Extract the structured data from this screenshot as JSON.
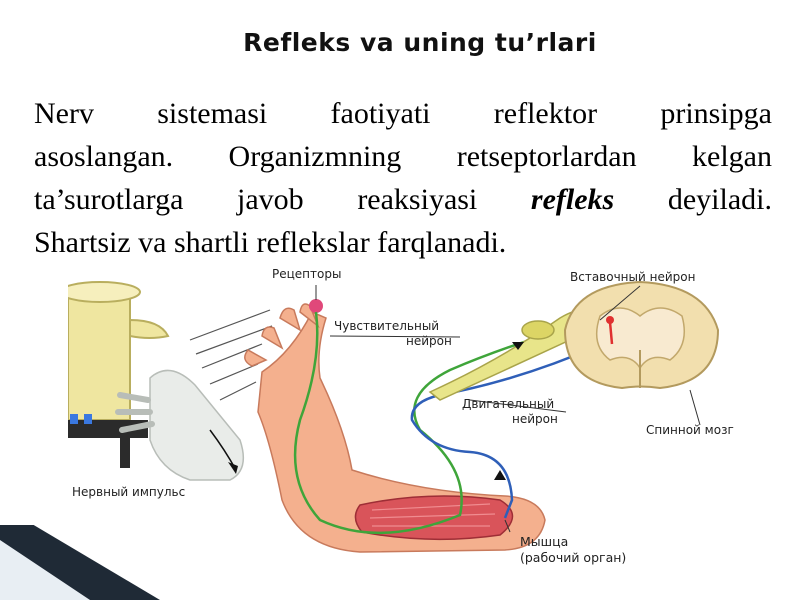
{
  "slide": {
    "title": "Refleks va uning tu’rlari",
    "body": {
      "line1": "Nerv sistemasi faotiyati reflektor prinsipga",
      "line2": "asoslangan. Organizmning retseptorlardan kelgan",
      "line3_pre": "ta’surotlarga javob reaksiyasi ",
      "line3_em": "refleks",
      "line3_post": " deyiladi.",
      "line4": "Shartsiz va shartli reflekslar farqlanadi."
    }
  },
  "figure": {
    "labels": {
      "receptors": "Рецепторы",
      "sensory_neuron_1": "Чувствительный",
      "sensory_neuron_2": "нейрон",
      "interneuron": "Вставочный нейрон",
      "motor_neuron_1": "Двигательный",
      "motor_neuron_2": "нейрон",
      "spinal_cord": "Спинной мозг",
      "nerve_impulse": "Нервный импульс",
      "muscle_1": "Мышца",
      "muscle_2": "(рабочий орган)"
    },
    "colors": {
      "sensory_path": "#3fa53a",
      "motor_path": "#2f5fb8",
      "skin": "#f4b08e",
      "muscle": "#d9545a",
      "spinal_cord": "#f2dfae",
      "receptor": "#e0487a",
      "pot": "#efe6a0"
    }
  }
}
